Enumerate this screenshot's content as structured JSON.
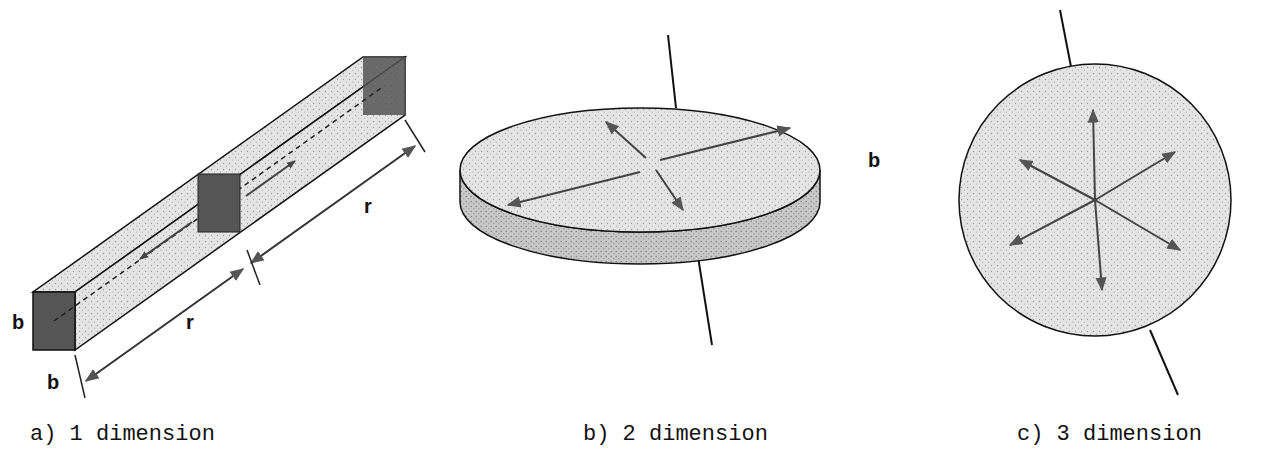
{
  "diagram": {
    "labels": [
      "b",
      "b",
      "r",
      "r",
      "b",
      "a) 1 dimension",
      "b) 2 dimension",
      "c) 3 dimension"
    ]
  }
}
